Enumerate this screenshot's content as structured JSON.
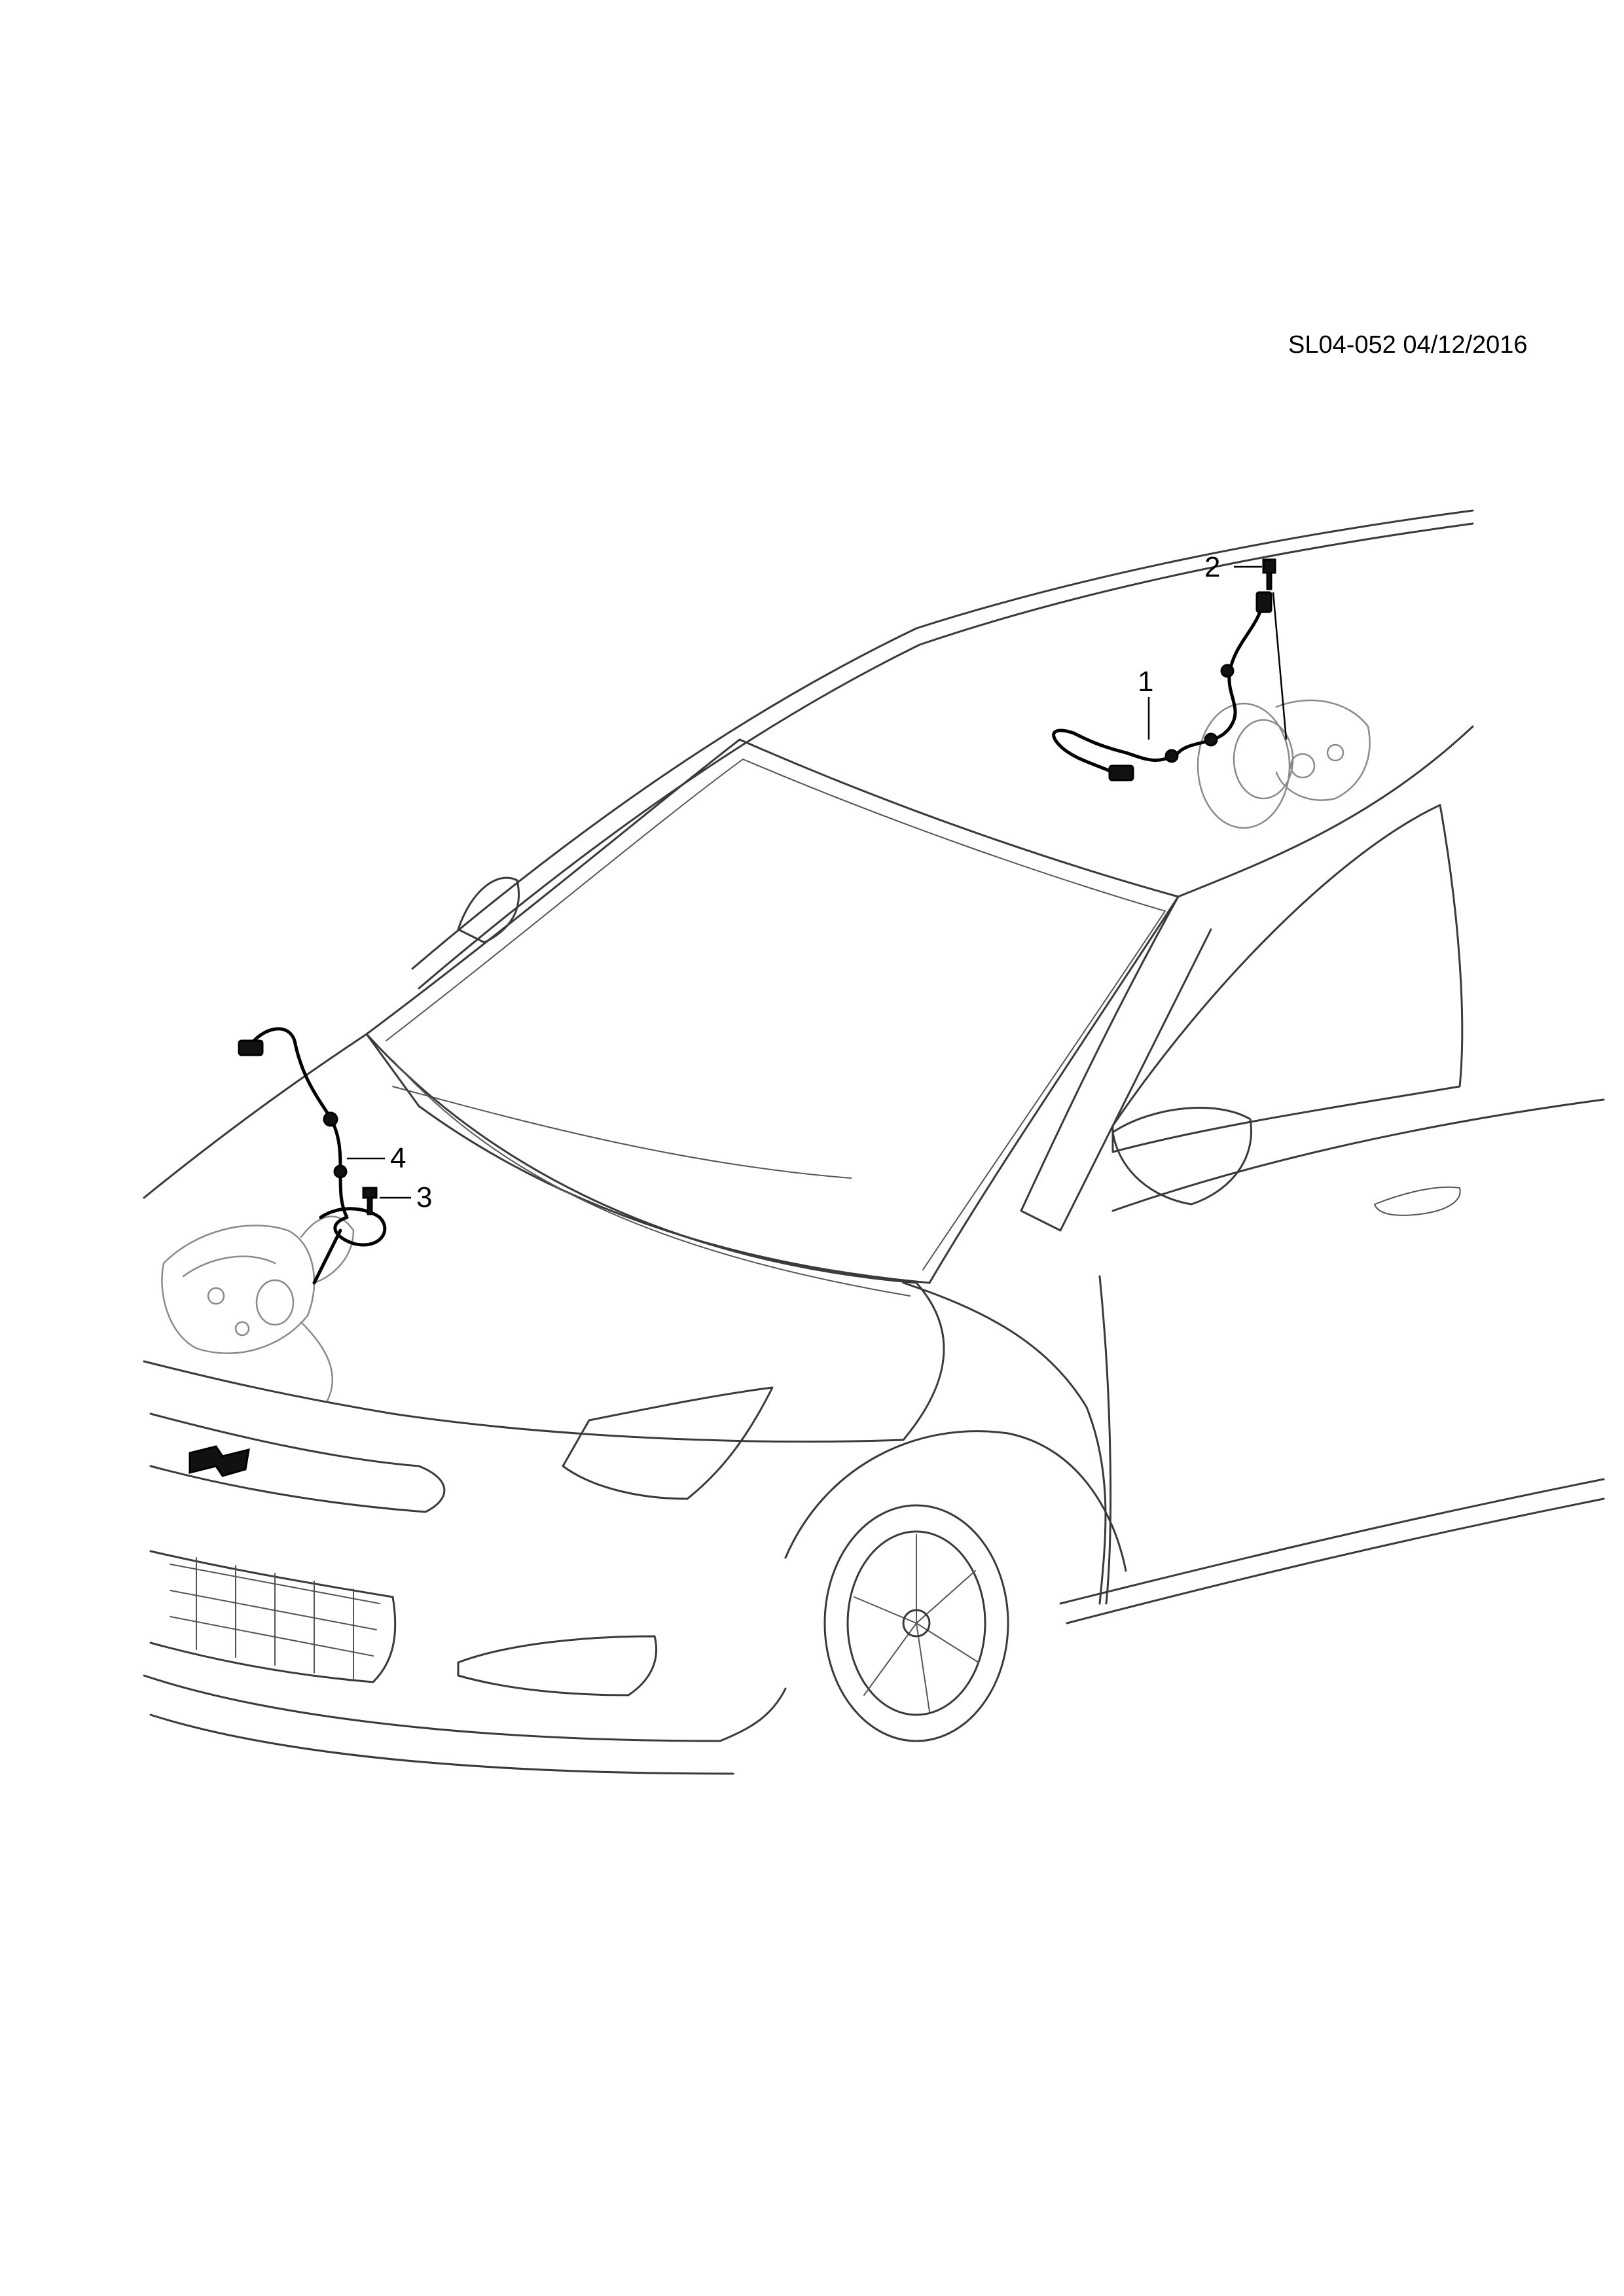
{
  "diagram": {
    "reference_code": "SL04-052 04/12/2016",
    "callouts": [
      {
        "number": "1"
      },
      {
        "number": "2"
      },
      {
        "number": "3"
      },
      {
        "number": "4"
      }
    ]
  }
}
